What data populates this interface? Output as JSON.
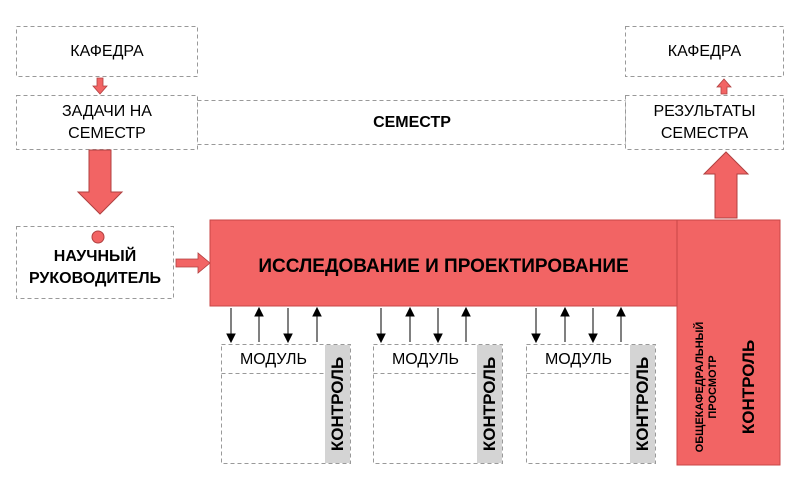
{
  "colors": {
    "accent": "#f26464",
    "accent_dark": "#c84646",
    "dashed_border": "#999999",
    "control_strip": "#d4d4d4"
  },
  "nodes": {
    "kafedra_top_left": "КАФЕДРА",
    "tasks": [
      "ЗАДАЧИ НА",
      "СЕМЕСТР"
    ],
    "semester": "СЕМЕСТР",
    "kafedra_top_right": "КАФЕДРА",
    "results": [
      "РЕЗУЛЬТАТЫ",
      "СЕМЕСТРА"
    ],
    "supervisor": [
      "НАУЧНЫЙ",
      "РУКОВОДИТЕЛЬ"
    ],
    "research": "ИССЛЕДОВАНИЕ И ПРОЕКТИРОВАНИЕ",
    "department_review": [
      "ОБЩЕКАФЕДРАЛЬНЫЙ",
      "ПРОСМОТР"
    ],
    "final_control": "КОНТРОЛЬ"
  },
  "modules": [
    {
      "title": "МОДУЛЬ",
      "control": "КОНТРОЛЬ"
    },
    {
      "title": "МОДУЛЬ",
      "control": "КОНТРОЛЬ"
    },
    {
      "title": "МОДУЛЬ",
      "control": "КОНТРОЛЬ"
    }
  ]
}
